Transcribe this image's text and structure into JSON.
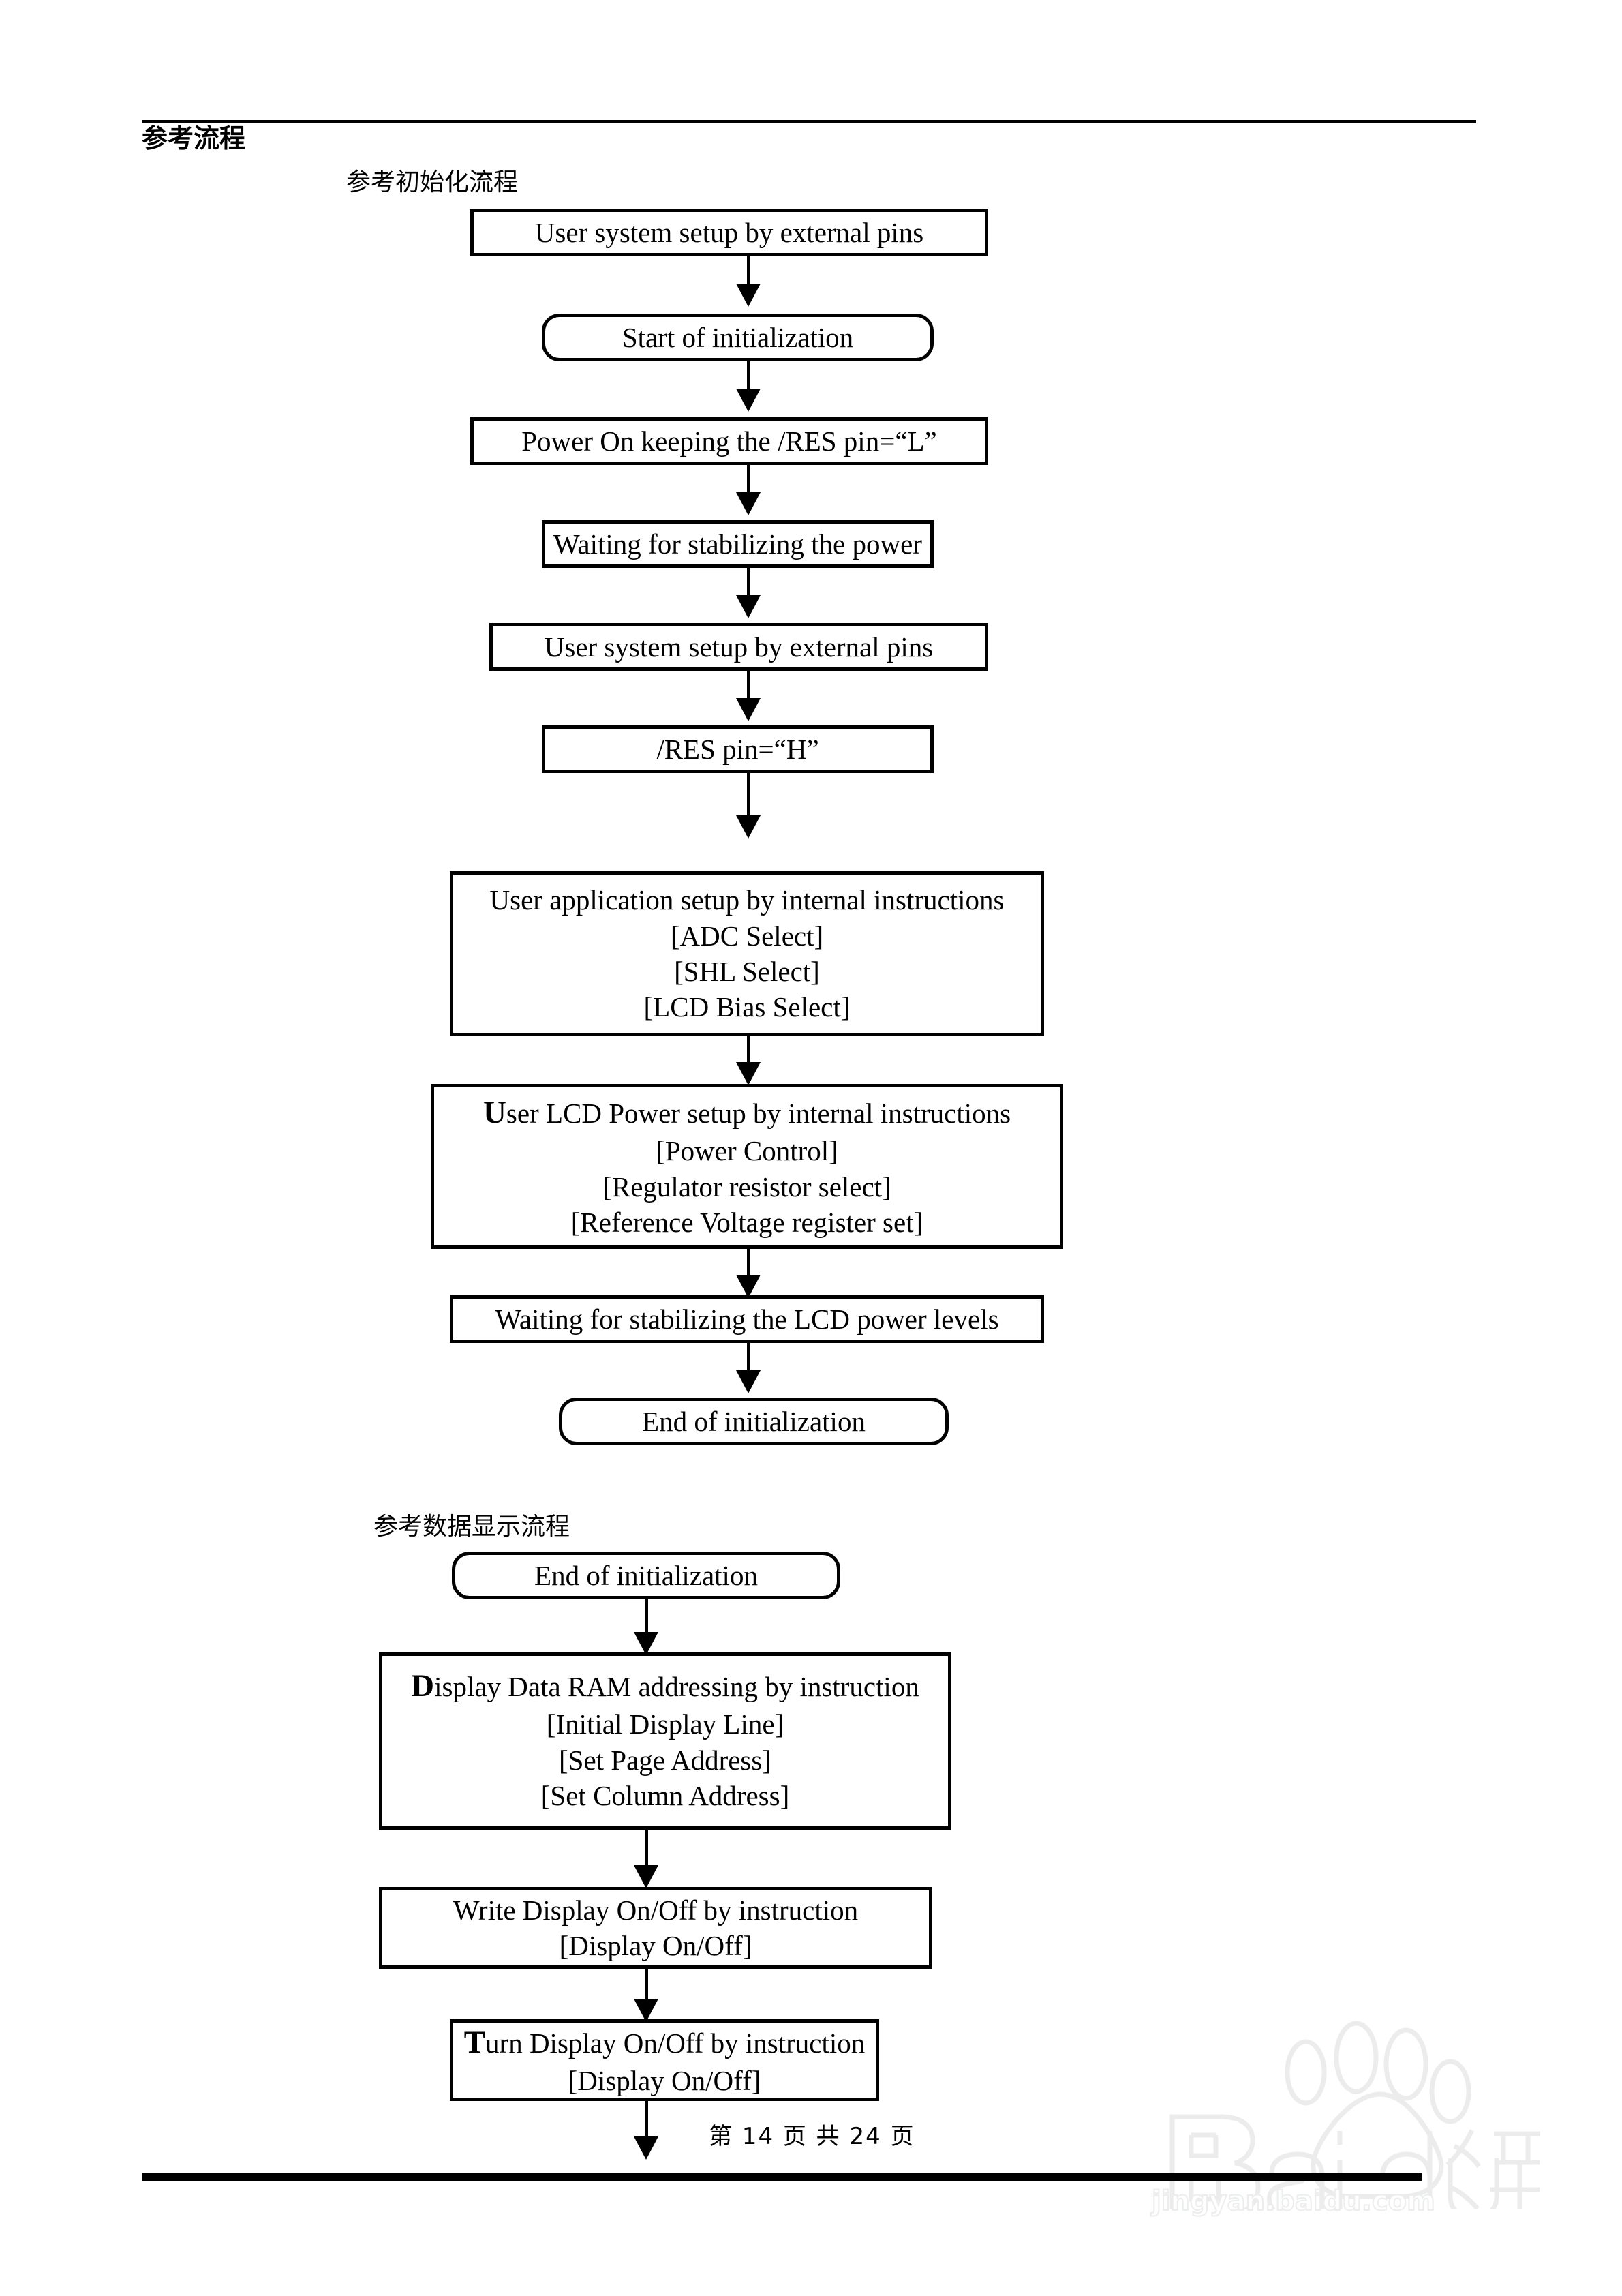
{
  "document": {
    "section_heading": "参考流程",
    "page_footer": "第 14 页 共 24 页"
  },
  "flow_init": {
    "heading": "参考初始化流程",
    "nodes": [
      {
        "id": "user-system-setup-1",
        "shape": "rect",
        "lines": [
          "User system setup by external pins"
        ]
      },
      {
        "id": "start-of-initialization",
        "shape": "rounded",
        "lines": [
          "Start of initialization"
        ]
      },
      {
        "id": "power-on-res-low",
        "shape": "rect",
        "lines": [
          "Power On keeping the /RES pin=“L”"
        ]
      },
      {
        "id": "waiting-stabilizing-power",
        "shape": "rect",
        "lines": [
          "Waiting for stabilizing the power"
        ]
      },
      {
        "id": "user-system-setup-2",
        "shape": "rect",
        "lines": [
          "User system setup by external pins"
        ]
      },
      {
        "id": "res-pin-high",
        "shape": "rect",
        "lines": [
          "/RES pin=“H”"
        ]
      },
      {
        "id": "user-application-setup",
        "shape": "rect",
        "dropcap": "",
        "lines": [
          "User application setup by internal instructions",
          "[ADC Select]",
          "[SHL Select]",
          "[LCD Bias Select]"
        ]
      },
      {
        "id": "user-lcd-power-setup",
        "shape": "rect",
        "dropcap": "U",
        "lines": [
          "ser LCD Power setup by internal instructions",
          "[Power Control]",
          "[Regulator resistor select]",
          "[Reference Voltage register set]"
        ]
      },
      {
        "id": "waiting-stabilizing-lcd-power",
        "shape": "rect",
        "lines": [
          "Waiting for stabilizing the LCD power levels"
        ]
      },
      {
        "id": "end-of-initialization-1",
        "shape": "rounded",
        "lines": [
          "End of initialization"
        ]
      }
    ]
  },
  "flow_display": {
    "heading": "参考数据显示流程",
    "nodes": [
      {
        "id": "end-of-initialization-2",
        "shape": "rounded",
        "lines": [
          "End of initialization"
        ]
      },
      {
        "id": "display-data-ram-addressing",
        "shape": "rect",
        "dropcap": "D",
        "lines": [
          "isplay Data RAM addressing by instruction",
          "[Initial Display Line]",
          "[Set Page Address]",
          "[Set Column Address]"
        ]
      },
      {
        "id": "write-display-on-off",
        "shape": "rect",
        "lines": [
          "Write Display On/Off by instruction",
          "[Display On/Off]"
        ]
      },
      {
        "id": "turn-display-on-off",
        "shape": "rect",
        "dropcap": "T",
        "lines": [
          "urn Display On/Off by instruction",
          "[Display On/Off]"
        ]
      }
    ]
  },
  "watermark": {
    "brand": "Bai",
    "brand_tail": "du",
    "brand_cjk": "经验",
    "url": "jingyan.baidu.com"
  },
  "colors": {
    "ink": "#000000",
    "paper": "#ffffff",
    "watermark": "#ededee"
  }
}
